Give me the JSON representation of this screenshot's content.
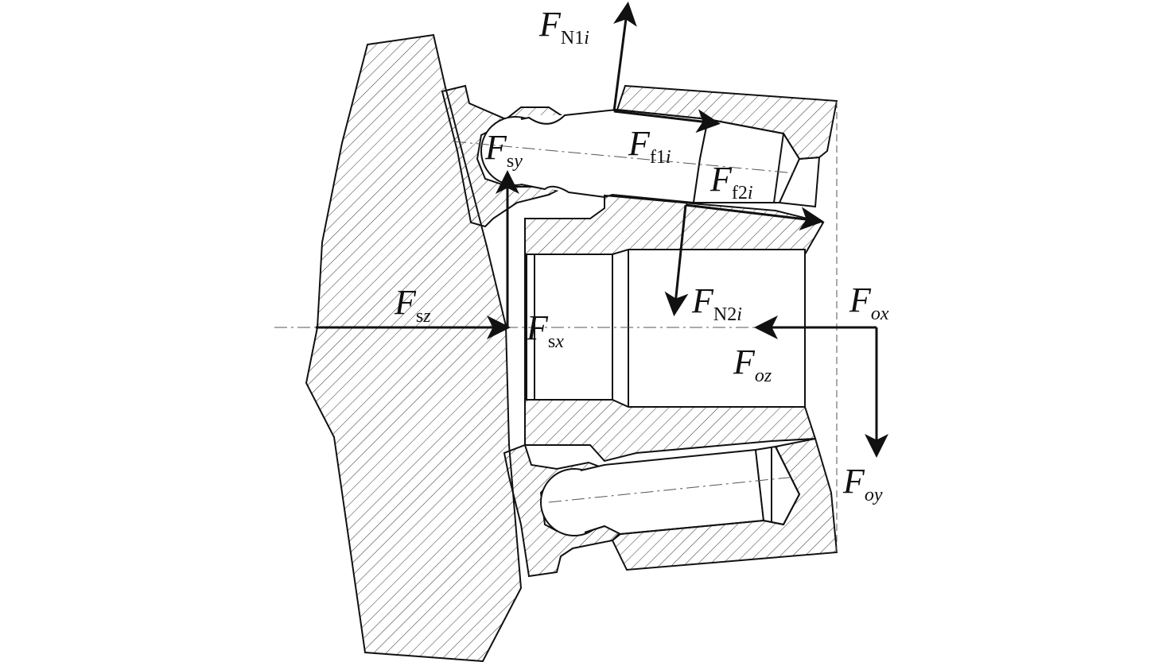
{
  "labels": {
    "fn1": {
      "main": "F",
      "sub": "N1",
      "subi": "i"
    },
    "ff1": {
      "main": "F",
      "sub": "f1",
      "subi": "i"
    },
    "ff2": {
      "main": "F",
      "sub": "f2",
      "subi": "i"
    },
    "fn2": {
      "main": "F",
      "sub": "N2",
      "subi": "i"
    },
    "fsy": {
      "main": "F",
      "sub": "s",
      "subi": "y"
    },
    "fsz": {
      "main": "F",
      "sub": "s",
      "subi": "z"
    },
    "fsx": {
      "main": "F",
      "sub": "s",
      "subi": "x"
    },
    "fox": {
      "main": "F",
      "sub": "",
      "subi": "ox"
    },
    "foz": {
      "main": "F",
      "sub": "",
      "subi": "oz"
    },
    "foy": {
      "main": "F",
      "sub": "",
      "subi": "oy"
    }
  },
  "style": {
    "stroke": "#111111",
    "hatch": "#333333",
    "background": "#ffffff"
  }
}
